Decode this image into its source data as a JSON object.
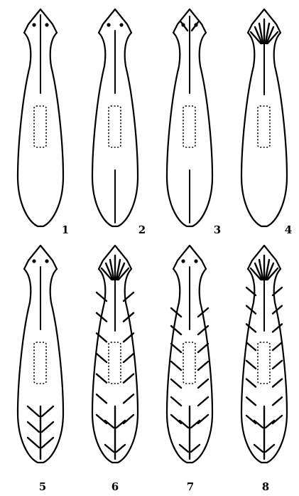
{
  "figure": {
    "panels": [
      {
        "label": "1",
        "row": 0,
        "gut_pattern": "anterior-midline-only"
      },
      {
        "label": "2",
        "row": 0,
        "gut_pattern": "anterior-and-posterior-midline"
      },
      {
        "label": "3",
        "row": 0,
        "gut_pattern": "anterior-branches-posterior-midline"
      },
      {
        "label": "4",
        "row": 0,
        "gut_pattern": "fan-branches-head"
      },
      {
        "label": "5",
        "row": 1,
        "gut_pattern": "posterior-branches"
      },
      {
        "label": "6",
        "row": 1,
        "gut_pattern": "full-branched"
      },
      {
        "label": "7",
        "row": 1,
        "gut_pattern": "lateral-branches-body"
      },
      {
        "label": "8",
        "row": 1,
        "gut_pattern": "full-branched-fan-head"
      }
    ]
  }
}
